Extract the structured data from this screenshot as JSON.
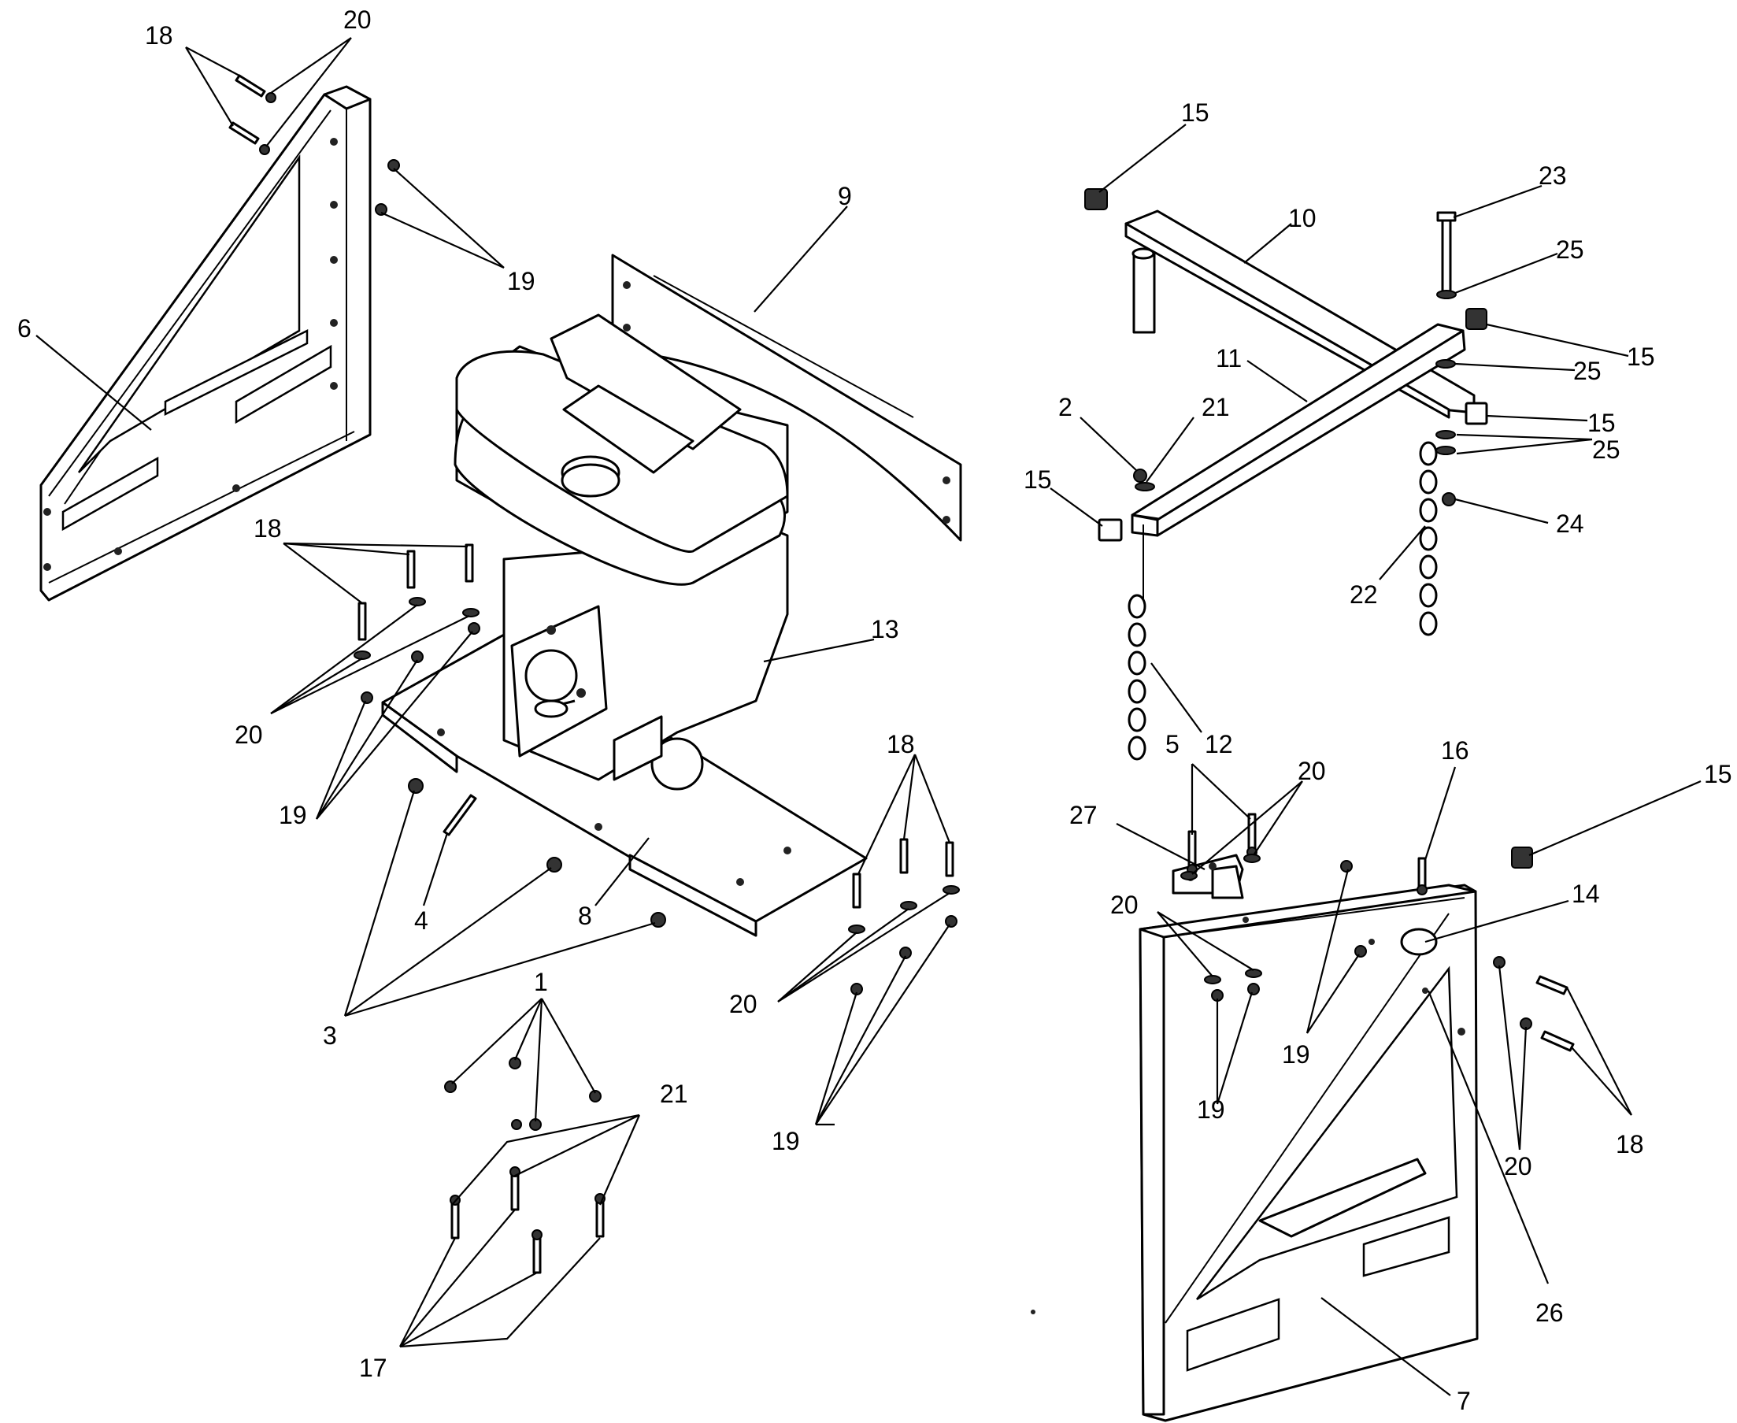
{
  "diagram": {
    "labels": {
      "label_1": "1",
      "label_2": "2",
      "label_3": "3",
      "label_4": "4",
      "label_5": "5",
      "label_6": "6",
      "label_7": "7",
      "label_8": "8",
      "label_9": "9",
      "label_10": "10",
      "label_11": "11",
      "label_12": "12",
      "label_13": "13",
      "label_14": "14",
      "label_15a": "15",
      "label_15b": "15",
      "label_15c": "15",
      "label_15d": "15",
      "label_15e": "15",
      "label_16": "16",
      "label_17": "17",
      "label_18a": "18",
      "label_18b": "18",
      "label_18c": "18",
      "label_18d": "18",
      "label_19a": "19",
      "label_19b": "19",
      "label_19c": "19",
      "label_19d": "19",
      "label_19e": "19",
      "label_20a": "20",
      "label_20b": "20",
      "label_20c": "20",
      "label_20d": "20",
      "label_20e": "20",
      "label_21a": "21",
      "label_21b": "21",
      "label_22": "22",
      "label_23": "23",
      "label_24": "24",
      "label_25a": "25",
      "label_25b": "25",
      "label_25c": "25",
      "label_26": "26",
      "label_27": "27"
    }
  }
}
